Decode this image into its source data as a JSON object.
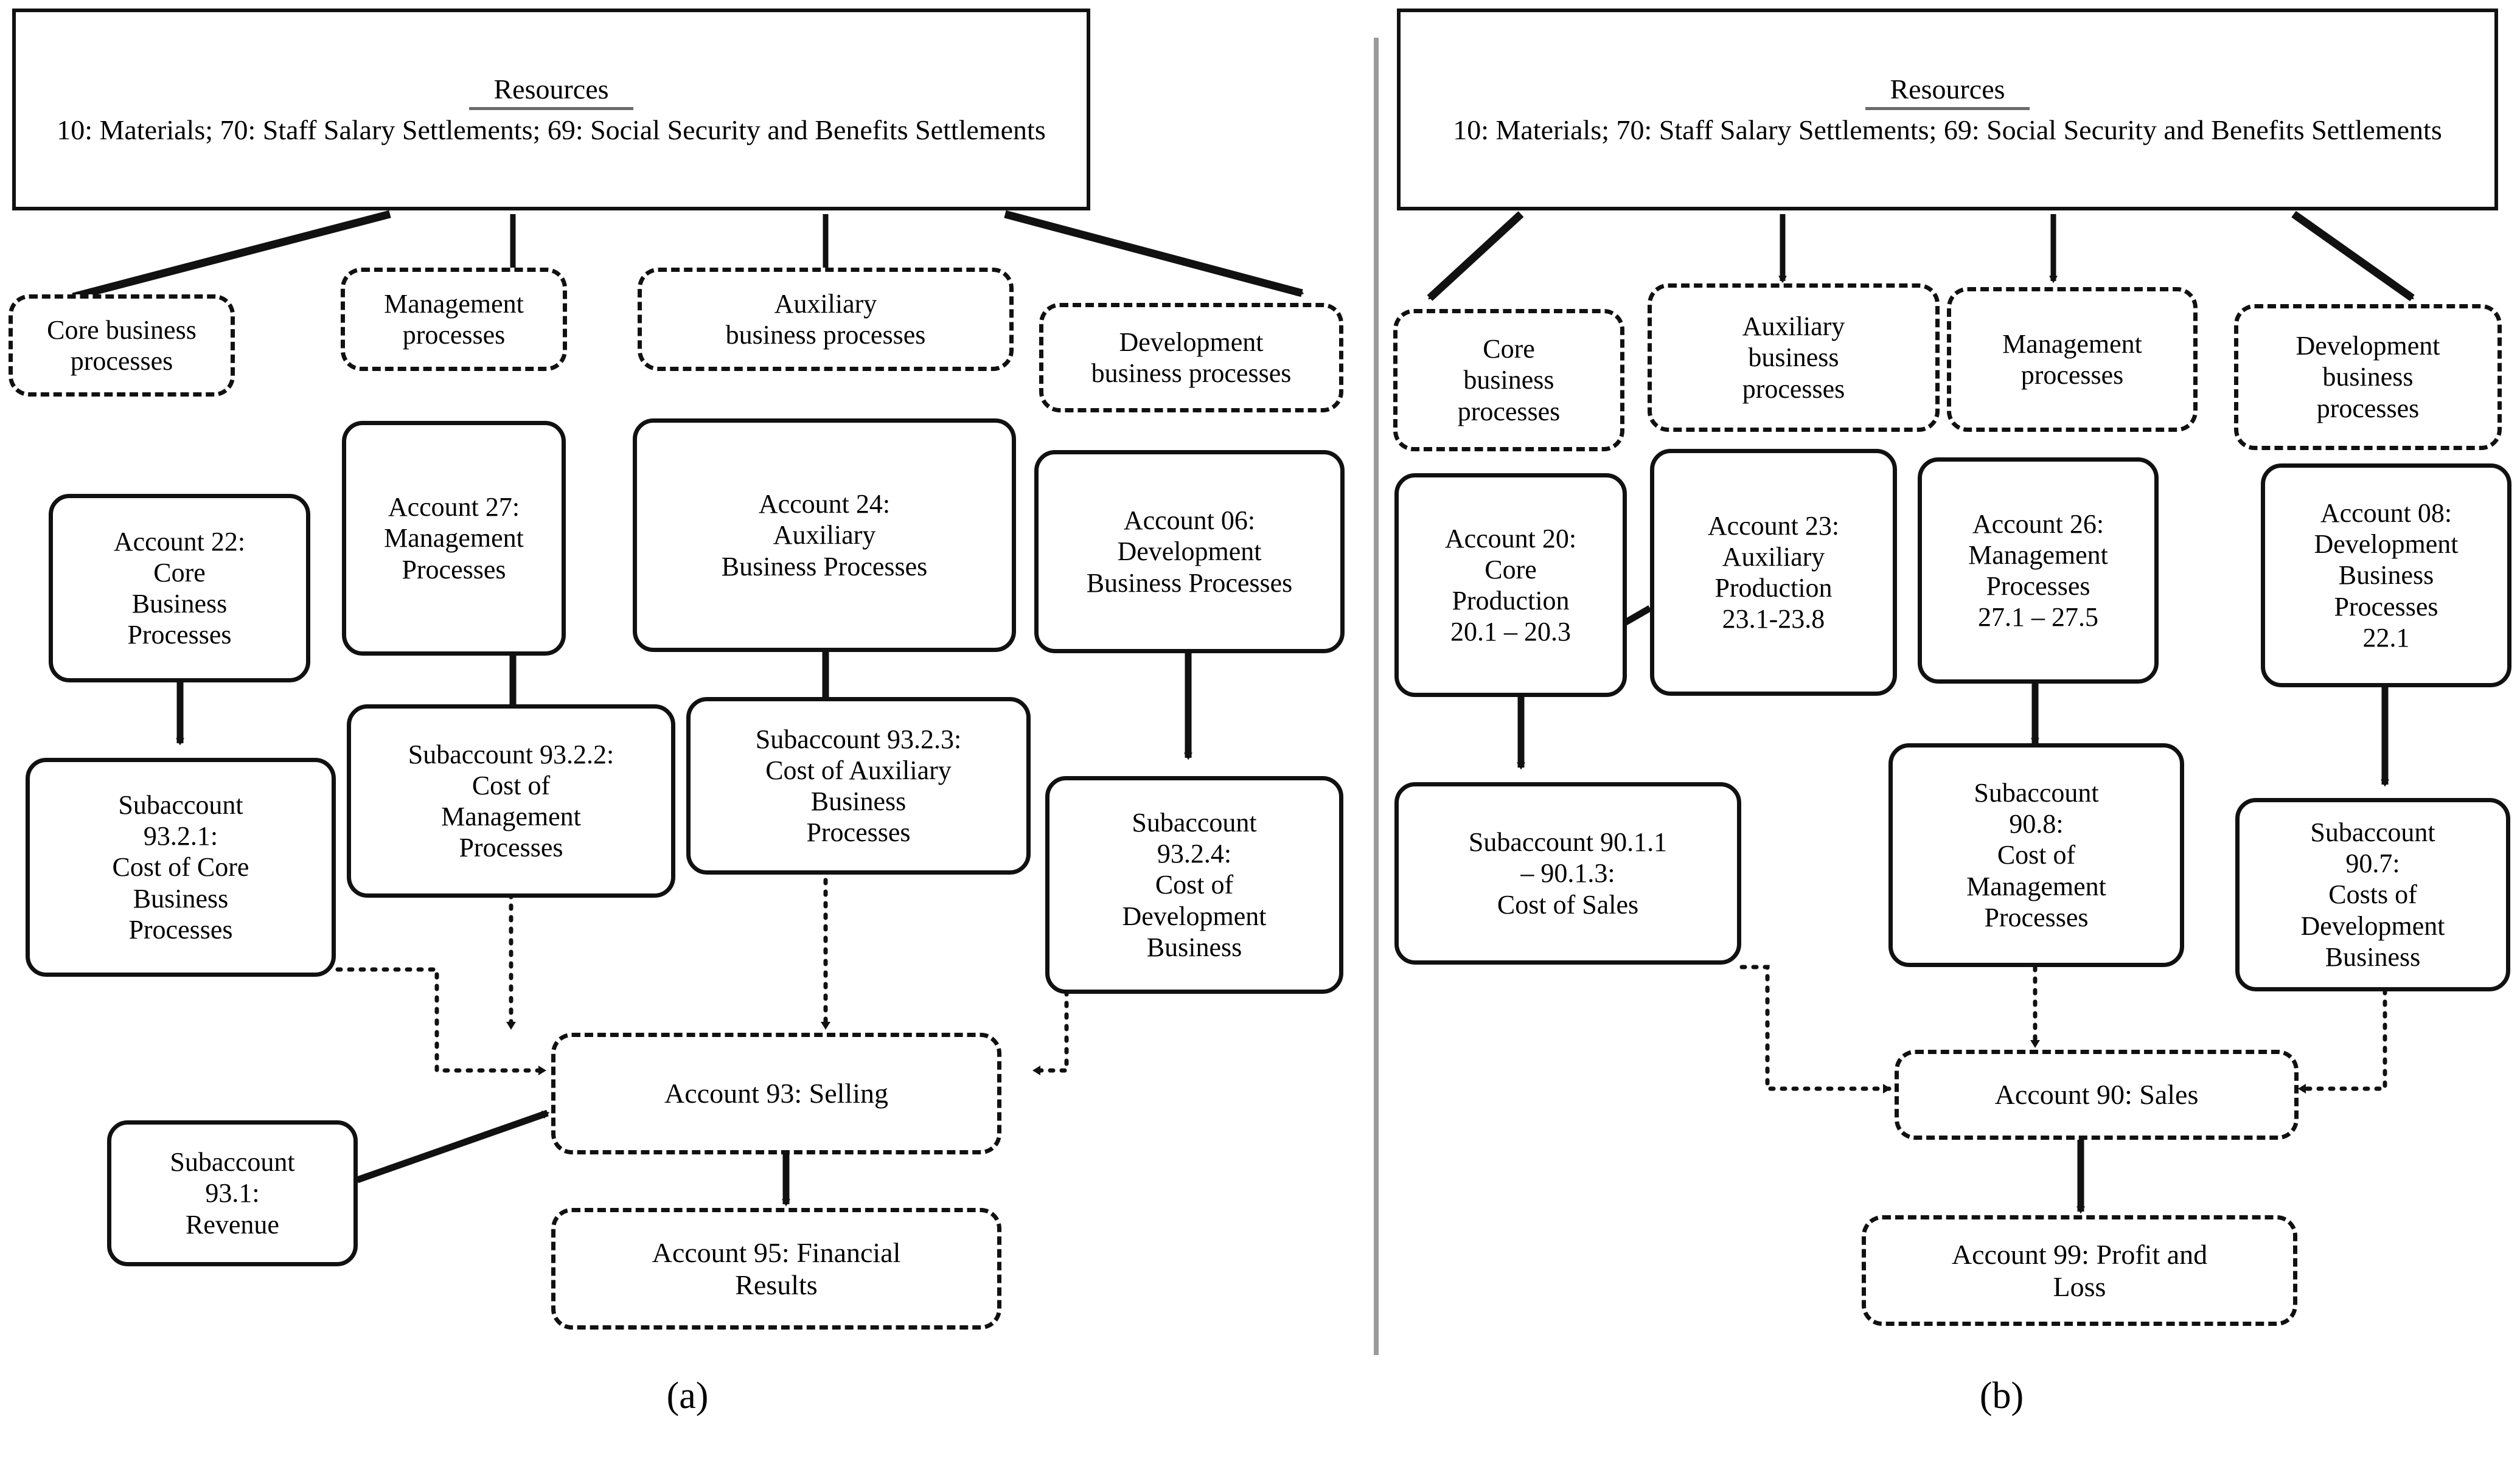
{
  "figure": {
    "panels": [
      {
        "id": "a",
        "caption": "(a)",
        "resources": {
          "title": "Resources",
          "lines": "10: Materials;\n70: Staff Salary Settlements;\n69: Social Security and Benefits Settlements"
        },
        "categories": [
          {
            "key": "core",
            "label": "Core business\nprocesses"
          },
          {
            "key": "management",
            "label": "Management\nprocesses"
          },
          {
            "key": "auxiliary",
            "label": "Auxiliary\nbusiness processes"
          },
          {
            "key": "development",
            "label": "Development\nbusiness processes"
          }
        ],
        "accounts": [
          {
            "key": "acc22",
            "label": "Account 22:\nCore\nBusiness\nProcesses"
          },
          {
            "key": "acc27",
            "label": "Account 27:\nManagement\nProcesses"
          },
          {
            "key": "acc24",
            "label": "Account 24:\nAuxiliary\nBusiness Processes"
          },
          {
            "key": "acc06",
            "label": "Account 06:\nDevelopment\nBusiness Processes"
          }
        ],
        "subaccounts": [
          {
            "key": "sub9321",
            "label": "Subaccount\n93.2.1:\nCost of Core\nBusiness\nProcesses"
          },
          {
            "key": "sub9322",
            "label": "Subaccount 93.2.2:\nCost of\nManagement\nProcesses"
          },
          {
            "key": "sub9323",
            "label": "Subaccount 93.2.3:\nCost of Auxiliary\nBusiness\nProcesses"
          },
          {
            "key": "sub9324",
            "label": "Subaccount\n93.2.4:\nCost of\nDevelopment\nBusiness"
          }
        ],
        "revenue": {
          "key": "sub931",
          "label": "Subaccount\n93.1:\nRevenue"
        },
        "collector": {
          "key": "acc93",
          "label": "Account 93: Selling"
        },
        "result": {
          "key": "acc95",
          "label": "Account 95: Financial\nResults"
        }
      },
      {
        "id": "b",
        "caption": "(b)",
        "resources": {
          "title": "Resources",
          "lines": "10: Materials;\n70: Staff Salary Settlements;\n69: Social Security and Benefits Settlements"
        },
        "categories": [
          {
            "key": "core",
            "label": "Core\nbusiness\nprocesses"
          },
          {
            "key": "auxiliary",
            "label": "Auxiliary\nbusiness\nprocesses"
          },
          {
            "key": "management",
            "label": "Management\nprocesses"
          },
          {
            "key": "development",
            "label": "Development\nbusiness\nprocesses"
          }
        ],
        "accounts": [
          {
            "key": "acc20",
            "label": "Account 20:\nCore\nProduction\n20.1 – 20.3"
          },
          {
            "key": "acc23",
            "label": "Account 23:\nAuxiliary\nProduction\n23.1-23.8"
          },
          {
            "key": "acc26",
            "label": "Account 26:\nManagement\nProcesses\n27.1 – 27.5"
          },
          {
            "key": "acc08",
            "label": "Account 08:\nDevelopment\nBusiness\nProcesses\n22.1"
          }
        ],
        "subaccounts": [
          {
            "key": "sub9011",
            "label": "Subaccount 90.1.1\n– 90.1.3:\nCost of Sales"
          },
          {
            "key": "sub908",
            "label": "Subaccount\n90.8:\nCost of\nManagement\nProcesses"
          },
          {
            "key": "sub907",
            "label": "Subaccount\n90.7:\nCosts of\nDevelopment\nBusiness"
          }
        ],
        "collector": {
          "key": "acc90",
          "label": "Account 90: Sales"
        },
        "result": {
          "key": "acc99",
          "label": "Account 99: Profit and\nLoss"
        }
      }
    ]
  },
  "colors": {
    "stroke": "#111111",
    "divider": "#9a9a9a",
    "rule": "#6b6b6b",
    "background": "#ffffff"
  }
}
